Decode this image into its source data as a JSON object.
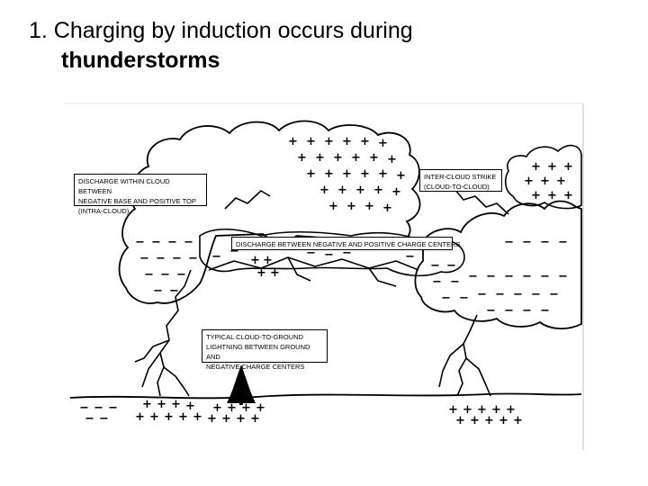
{
  "heading": {
    "line1": "1. Charging by induction occurs during",
    "line2": "thunderstorms"
  },
  "labels": {
    "intra_cloud": "DISCHARGE WITHIN CLOUD BETWEEN\nNEGATIVE BASE AND POSITIVE TOP\n(INTRA-CLOUD)",
    "inter_cloud": "INTER-CLOUD STRIKE\n(CLOUD-TO-CLOUD)",
    "charge_centers": "DISCHARGE BETWEEN NEGATIVE AND POSITIVE CHARGE CENTERS",
    "cloud_to_ground": "TYPICAL CLOUD-TO-GROUND\nLIGHTNING BETWEEN GROUND AND\nNEGATIVE CHARGE CENTERS"
  },
  "symbols": {
    "positive": "+",
    "negative": "−"
  }
}
